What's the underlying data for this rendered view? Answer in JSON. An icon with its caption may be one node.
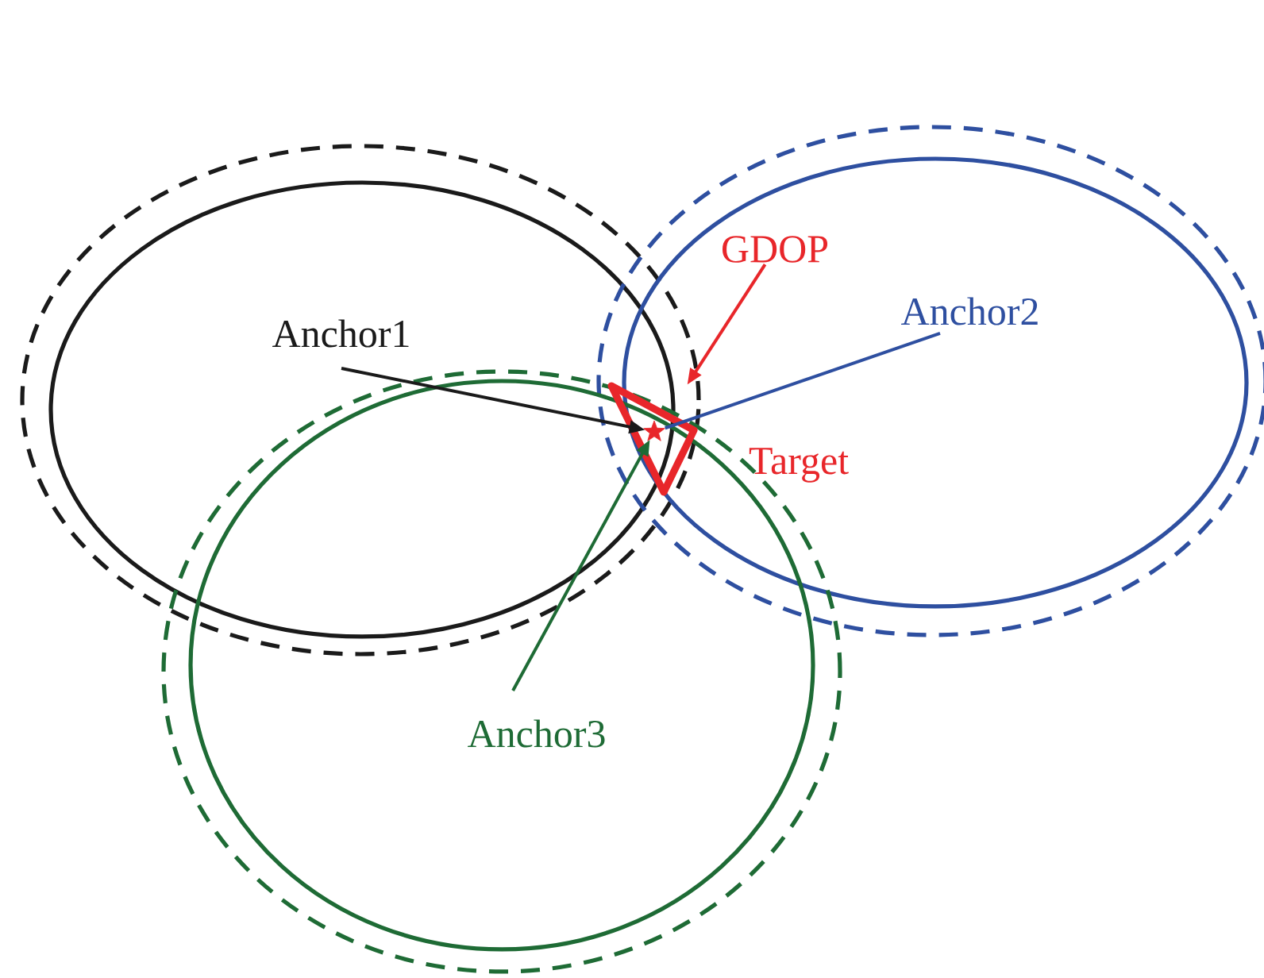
{
  "diagram": {
    "nodes": [
      {
        "text": [
          "Anchor1"
        ]
      },
      {
        "text": [
          "Anchor2"
        ]
      },
      {
        "text": [
          "Anchor3"
        ]
      },
      {
        "text": [
          "GDOP"
        ]
      },
      {
        "text": [],
        "shape": "triangle"
      },
      {
        "text": [],
        "shape": "star",
        "beside": [
          "Target"
        ],
        "in": 4
      }
    ],
    "edges": [
      {
        "from": 0,
        "to": 5,
        "arrow": "to",
        "color": "#1a1a1a"
      },
      {
        "from": 1,
        "to": 5,
        "arrow": "none",
        "color": "#2e4fa0"
      },
      {
        "from": 2,
        "to": 5,
        "arrow": "to",
        "color": "#1e6b35"
      },
      {
        "from": 3,
        "to": 4,
        "arrow": "to",
        "color": "#e8262a"
      }
    ]
  }
}
